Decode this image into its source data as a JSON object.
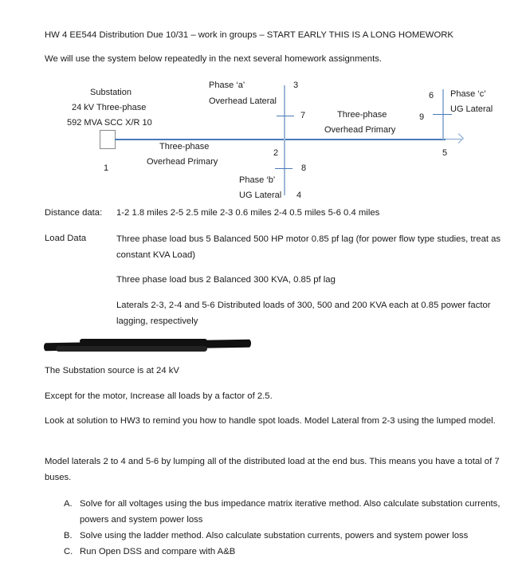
{
  "header": {
    "title": "HW 4 EE544 Distribution Due 10/31 – work in groups – START EARLY THIS IS A LONG HOMEWORK",
    "intro": "We will use the system below repeatedly in the next several homework assignments."
  },
  "diagram": {
    "substation": {
      "line1": "Substation",
      "line2": "24 kV Three-phase",
      "line3": "592 MVA SCC X/R 10"
    },
    "phase_a": {
      "line1": "Phase ‘a’",
      "line2": "Overhead Lateral"
    },
    "phase_b": {
      "line1": "Phase ‘b’",
      "line2": "UG Lateral"
    },
    "phase_c": {
      "line1": "Phase ‘c’",
      "line2": "UG Lateral"
    },
    "primary_left": {
      "line1": "Three-phase",
      "line2": "Overhead Primary"
    },
    "primary_right": {
      "line1": "Three-phase",
      "line2": "Overhead Primary"
    },
    "buses": {
      "b1": "1",
      "b2": "2",
      "b3": "3",
      "b4": "4",
      "b5": "5",
      "b6": "6",
      "b7": "7",
      "b8": "8",
      "b9": "9"
    },
    "line_color": "#4a7ab8",
    "lateral_color": "#9db7d8"
  },
  "distance": {
    "label": "Distance data:",
    "value": "1-2 1.8 miles  2-5 2.5 mile 2-3 0.6 miles 2-4 0.5 miles 5-6 0.4 miles"
  },
  "load": {
    "label": "Load Data",
    "items": [
      "Three phase load bus 5 Balanced 500 HP motor 0.85 pf lag (for power flow type studies, treat as constant KVA Load)",
      "Three phase load bus 2 Balanced 300 KVA, 0.85 pf lag",
      "Laterals 2-3, 2-4 and 5-6  Distributed loads of 300, 500 and 200 KVA each at 0.85 power factor lagging, respectively"
    ]
  },
  "body": {
    "source": "The Substation source is at 24 kV",
    "increase": "Except for the motor, Increase all loads by a factor of 2.5.",
    "hw3": "Look at solution to HW3 to remind you how to handle spot loads. Model Lateral from 2-3 using the lumped model.",
    "laterals": "Model laterals 2 to 4 and 5-6 by lumping all of the distributed load at the end bus. This means you have a total of 7 buses."
  },
  "tasks": [
    {
      "marker": "A.",
      "text": "Solve for all voltages using the bus impedance matrix iterative method. Also calculate substation currents, powers and system power loss"
    },
    {
      "marker": "B.",
      "text": "Solve using the ladder method. Also calculate substation currents, powers and system power loss"
    },
    {
      "marker": "C.",
      "text": "Run Open DSS and compare with A&B"
    }
  ]
}
